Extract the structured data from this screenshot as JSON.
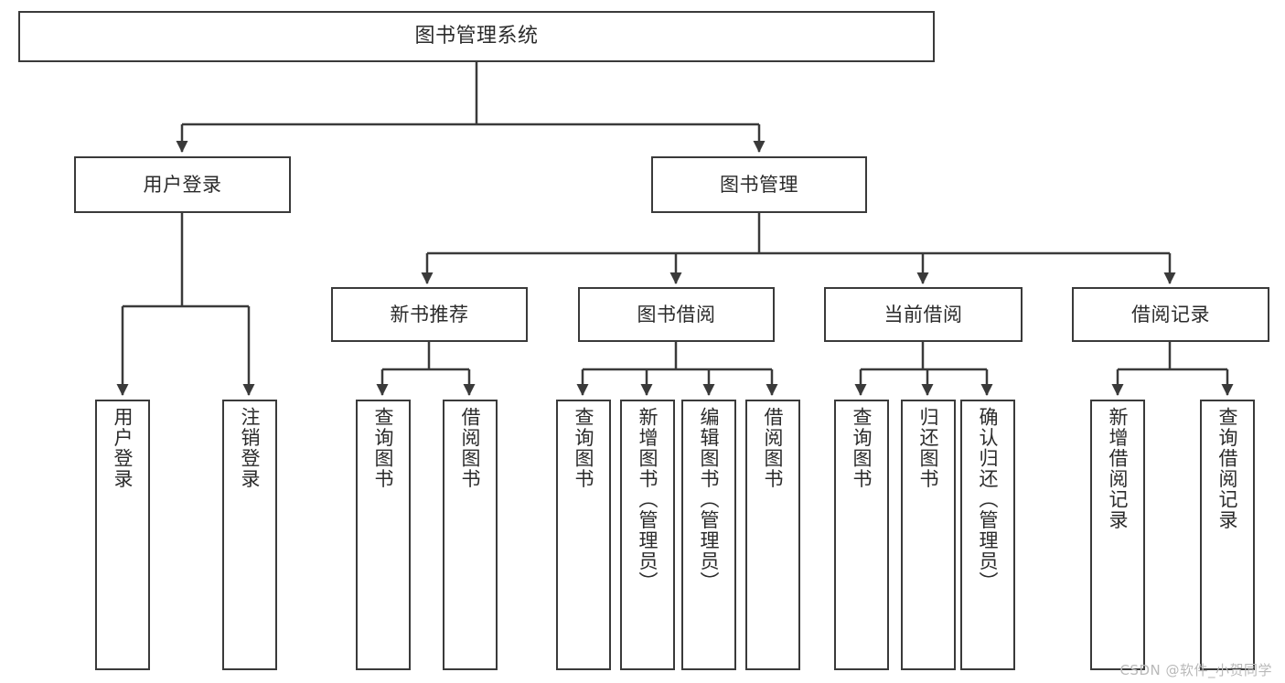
{
  "diagram": {
    "title": "图书管理系统",
    "watermark": "CSDN @软件_小贺同学",
    "line_color": "#3a3a3a",
    "box_fill": "#ffffff",
    "text_color": "#2b2b2b"
  },
  "nodes": {
    "root": {
      "label": "图书管理系统"
    },
    "level2": [
      {
        "id": "user-login",
        "label": "用户登录"
      },
      {
        "id": "book-management",
        "label": "图书管理"
      }
    ],
    "level3": [
      {
        "id": "new-book-recommend",
        "label": "新书推荐"
      },
      {
        "id": "book-borrow",
        "label": "图书借阅"
      },
      {
        "id": "current-borrow",
        "label": "当前借阅"
      },
      {
        "id": "borrow-record",
        "label": "借阅记录"
      }
    ],
    "leaves": [
      {
        "id": "leaf-user-login",
        "label": "用户登录",
        "parent": "user-login"
      },
      {
        "id": "leaf-logout-login",
        "label": "注销登录",
        "parent": "user-login"
      },
      {
        "id": "leaf-query-book-1",
        "label": "查询图书",
        "parent": "new-book-recommend"
      },
      {
        "id": "leaf-borrow-book-1",
        "label": "借阅图书",
        "parent": "new-book-recommend"
      },
      {
        "id": "leaf-query-book-2",
        "label": "查询图书",
        "parent": "book-borrow"
      },
      {
        "id": "leaf-add-book-admin",
        "label": "新增图书（管理员）",
        "parent": "book-borrow"
      },
      {
        "id": "leaf-edit-book-admin",
        "label": "编辑图书（管理员）",
        "parent": "book-borrow"
      },
      {
        "id": "leaf-borrow-book-2",
        "label": "借阅图书",
        "parent": "book-borrow"
      },
      {
        "id": "leaf-query-book-3",
        "label": "查询图书",
        "parent": "current-borrow"
      },
      {
        "id": "leaf-return-book",
        "label": "归还图书",
        "parent": "current-borrow"
      },
      {
        "id": "leaf-confirm-return-admin",
        "label": "确认归还（管理员）",
        "parent": "current-borrow"
      },
      {
        "id": "leaf-add-borrow-record",
        "label": "新增借阅记录",
        "parent": "borrow-record"
      },
      {
        "id": "leaf-query-borrow-record",
        "label": "查询借阅记录",
        "parent": "borrow-record"
      }
    ]
  }
}
